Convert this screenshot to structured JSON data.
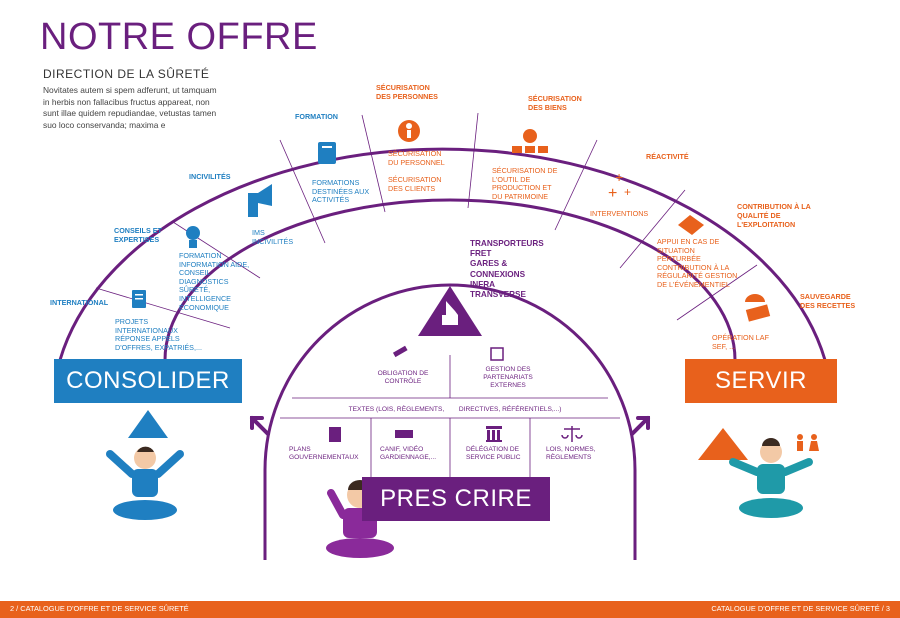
{
  "header": {
    "title": "NOTRE OFFRE",
    "subtitle": "DIRECTION DE LA SÛRETÉ",
    "intro": "Novitates autem si spem adferunt, ut tamquam in herbis non fallacibus fructus appareat, non sunt illae quidem repudiandae, vetustas tamen suo loco conservanda; maxima e"
  },
  "left_segments": [
    {
      "head": "INTERNATIONAL",
      "body": "PROJETS INTERNATIONAUX RÉPONSE APPELS D'OFFRES, EXPATRIÉS,..."
    },
    {
      "head": "CONSEILS ET EXPERTISES",
      "body": "FORMATION INFORMATION AIDE, CONSEIL DIAGNOSTICS SÛRETÉ, INTELLIGENCE ÉCONOMIQUE"
    },
    {
      "head": "INCIVILITÉS",
      "body": "IMS INCIVILITÉS"
    },
    {
      "head": "FORMATION",
      "body": "FORMATIONS DESTINÉES AUX ACTIVITÉS"
    }
  ],
  "right_segments": [
    {
      "head": "SÉCURISATION DES PERSONNES",
      "body1": "SÉCURISATION DU PERSONNEL",
      "body2": "SÉCURISATION DES CLIENTS"
    },
    {
      "head": "SÉCURISATION DES BIENS",
      "body": "SÉCURISATION DE L'OUTIL DE PRODUCTION ET DU PATRIMOINE"
    },
    {
      "head": "RÉACTIVITÉ",
      "body": "INTERVENTIONS"
    },
    {
      "head": "CONTRIBUTION À LA QUALITÉ DE L'EXPLOITATION",
      "body": "APPUI EN CAS DE SITUATION PERTURBÉE CONTRIBUTION À LA RÉGULARITÉ GESTION DE L'ÉVÉNEMENTIEL"
    },
    {
      "head": "SAUVEGARDE DES RECETTES",
      "body": "OPÉRATION LAF SEF, ..."
    }
  ],
  "center_list": [
    "TRANSPORTEURS",
    "FRET",
    "GARES &",
    "CONNEXIONS",
    "INFRA",
    "TRANSVERSE"
  ],
  "inner": {
    "top_left": "OBLIGATION DE CONTRÔLE",
    "top_right": "GESTION DES PARTENARIATS EXTERNES",
    "texts_row": "TEXTES (LOIS, RÈGLEMENTS,        DIRECTIVES, RÉFÉRENTIELS,...)",
    "cells": [
      "PLANS GOUVERNEMENTAUX",
      "CANIF, VIDÉO GARDIENNAGE,...",
      "DÉLÉGATION DE SERVICE PUBLIC",
      "LOIS, NORMES, RÈGLEMENTS"
    ]
  },
  "labels": {
    "consolider": "CONSOLIDER",
    "servir": "SERVIR",
    "prescrire": "PRES CRIRE"
  },
  "footer": {
    "left": "2  /  CATALOGUE D'OFFRE ET DE SERVICE SÛRETÉ",
    "right": "CATALOGUE D'OFFRE ET DE SERVICE SÛRETÉ  /  3"
  },
  "colors": {
    "purple": "#6a1f7e",
    "blue": "#1f7fc1",
    "orange": "#e8611c"
  }
}
